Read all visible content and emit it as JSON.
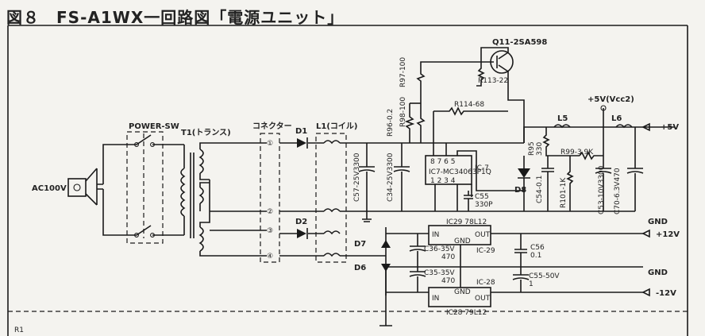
{
  "title": "図８　FS-A1WX一回路図「電源ユニット」",
  "labels": {
    "q11": "Q11-2SA598",
    "r113": "R113-22",
    "r97": "R97-100",
    "r98": "R98-100",
    "r96": "R96-0.2",
    "r114": "R114-68",
    "vcc2": "+5V(Vcc2)",
    "l5": "L5",
    "l6": "L6",
    "out5v": "+5V",
    "power_sw": "POWER-SW",
    "t1": "T1(トランス)",
    "connector": "コネクター",
    "d1": "D1",
    "l1": "L1(コイル)",
    "ac100v": "AC100V",
    "r95": "R95",
    "r95v": "330",
    "r99": "R99-3.9K",
    "c57": "C57-25V3300",
    "c34": "C34-25V3300",
    "ic7": "IC7-MC34063P1Q",
    "ic7tag": "IC-7",
    "pins_top": "8 7 6 5",
    "pins_bot": "1 2 3 4",
    "c55": "C55",
    "c55v": "330P",
    "d8": "D8",
    "c54": "C54-0.1",
    "r101": "R101-1K",
    "c53": "C53-10V3300",
    "c70": "C70-6.3V470",
    "d2": "D2",
    "gnd": "GND",
    "ic29top": "IC29  78L12",
    "in": "IN",
    "out": "OUT",
    "gndpin": "GND",
    "plus12": "+12V",
    "d7": "D7",
    "c36": "C36-35V",
    "c36v": "470",
    "ic29tag": "IC-29",
    "c56": "C56",
    "c56v": "0.1",
    "d6": "D6",
    "c35": "C35-35V",
    "c35v": "470",
    "ic28tag": "IC-28",
    "c55b": "C55-50V",
    "c55bv": "1",
    "ic28bot": "IC28  79L12",
    "minus12": "-12V",
    "n1": "①",
    "n2": "②",
    "n3": "③",
    "n4": "④",
    "r1": "R1"
  }
}
